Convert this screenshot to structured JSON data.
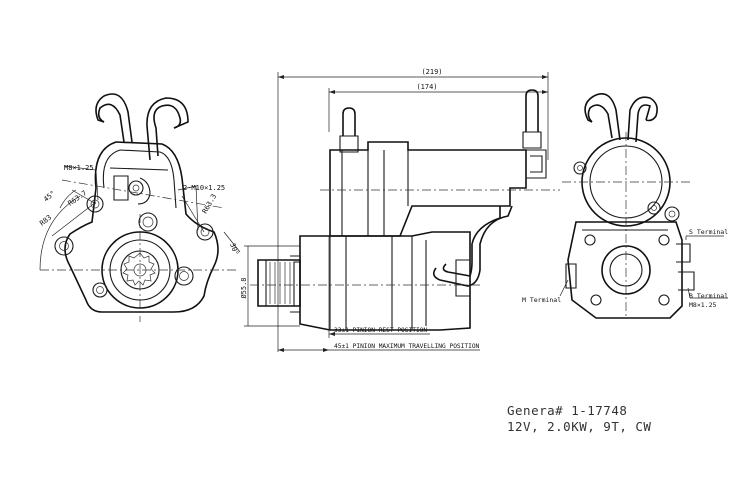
{
  "drawing": {
    "dims": {
      "overall_length": "(219)",
      "body_length": "(174)",
      "pilot_dia": "Ø55.8",
      "rest_position": "33±1 PINION REST POSITION",
      "travel_position": "45±1 PINION MAXIMUM TRAVELLING POSITION"
    },
    "front_view": {
      "thread_m8": "M8×1.25",
      "bolt_circle_1": "R83",
      "bolt_circle_2": "R63.7",
      "mount_thread": "2-M10×1.25",
      "bolt_circle_3": "R63.3",
      "angle_1": "45°",
      "angle_2": "30°"
    },
    "rear_view": {
      "s_terminal": "S Terminal",
      "m_terminal": "M Terminal",
      "b_terminal": "B Terminal",
      "b_thread": "M8×1.25"
    }
  },
  "caption": {
    "part_number": "Genera# 1-17748",
    "spec": "12V, 2.0KW, 9T, CW"
  }
}
